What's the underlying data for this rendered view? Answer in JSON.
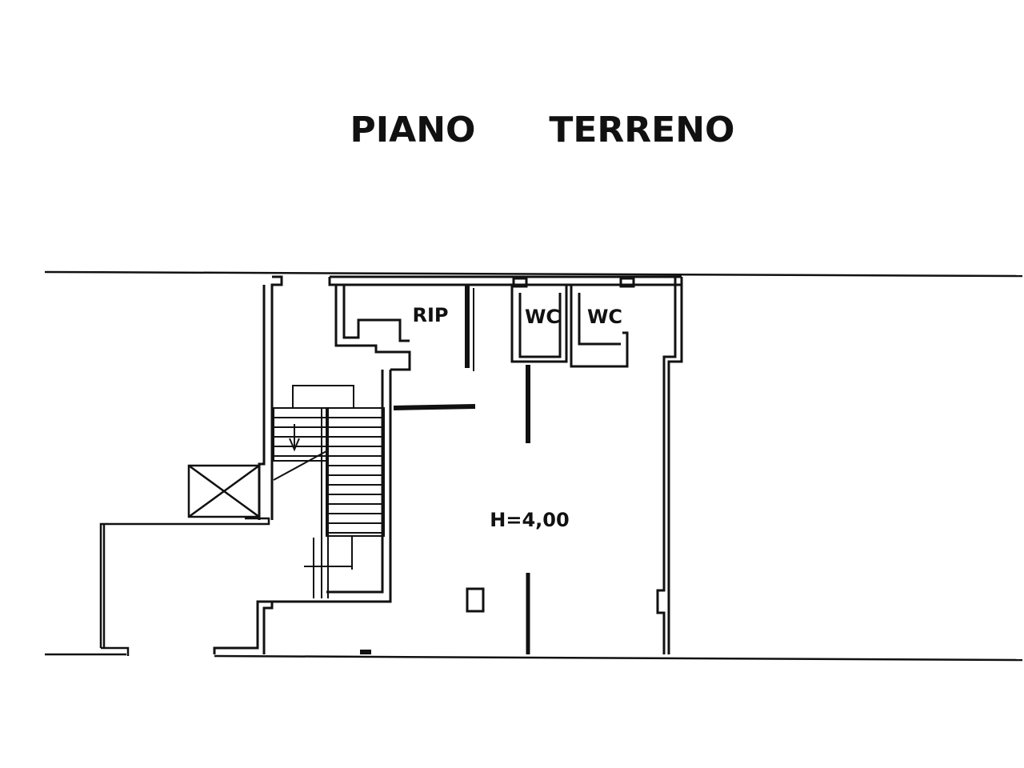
{
  "floor_plan": {
    "title": "PIANO      TERRENO",
    "rooms": {
      "storage": "RIP",
      "wc_left": "WC",
      "wc_right": "WC"
    },
    "ceiling_height": "H=4,00"
  },
  "colors": {
    "ink": "#111111",
    "background": "#ffffff"
  }
}
